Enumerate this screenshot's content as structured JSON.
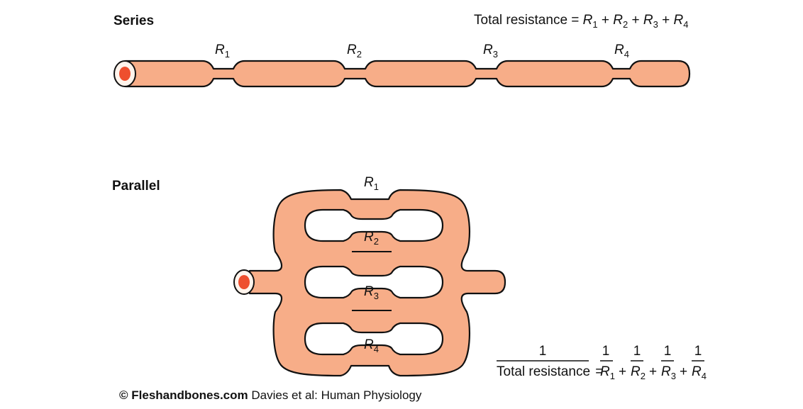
{
  "series": {
    "heading": "Series",
    "formula_prefix": "Total resistance = ",
    "formula_terms": [
      {
        "var": "R",
        "sub": "1",
        "sep": " + "
      },
      {
        "var": "R",
        "sub": "2",
        "sep": " + "
      },
      {
        "var": "R",
        "sub": "3",
        "sep": " + "
      },
      {
        "var": "R",
        "sub": "4",
        "sep": ""
      }
    ],
    "resistor_labels": [
      {
        "var": "R",
        "sub": "1"
      },
      {
        "var": "R",
        "sub": "2"
      },
      {
        "var": "R",
        "sub": "3"
      },
      {
        "var": "R",
        "sub": "4"
      }
    ]
  },
  "parallel": {
    "heading": "Parallel",
    "resistor_labels": [
      {
        "var": "R",
        "sub": "1"
      },
      {
        "var": "R",
        "sub": "2"
      },
      {
        "var": "R",
        "sub": "3"
      },
      {
        "var": "R",
        "sub": "4"
      }
    ],
    "formula": {
      "lhs_numerator": "1",
      "lhs_denominator": "Total resistance",
      "equals": "=",
      "plus": "+",
      "rhs_numerators": [
        "1",
        "1",
        "1",
        "1"
      ],
      "rhs_terms": [
        {
          "var": "R",
          "sub": "1"
        },
        {
          "var": "R",
          "sub": "2"
        },
        {
          "var": "R",
          "sub": "3"
        },
        {
          "var": "R",
          "sub": "4"
        }
      ]
    }
  },
  "credit": {
    "copyright": "©",
    "site": "Fleshandbones.com",
    "text": " Davies et al: Human Physiology"
  },
  "colors": {
    "vessel": "#F7AD88",
    "lumen": "#EE4F2E",
    "outline": "#111111"
  }
}
